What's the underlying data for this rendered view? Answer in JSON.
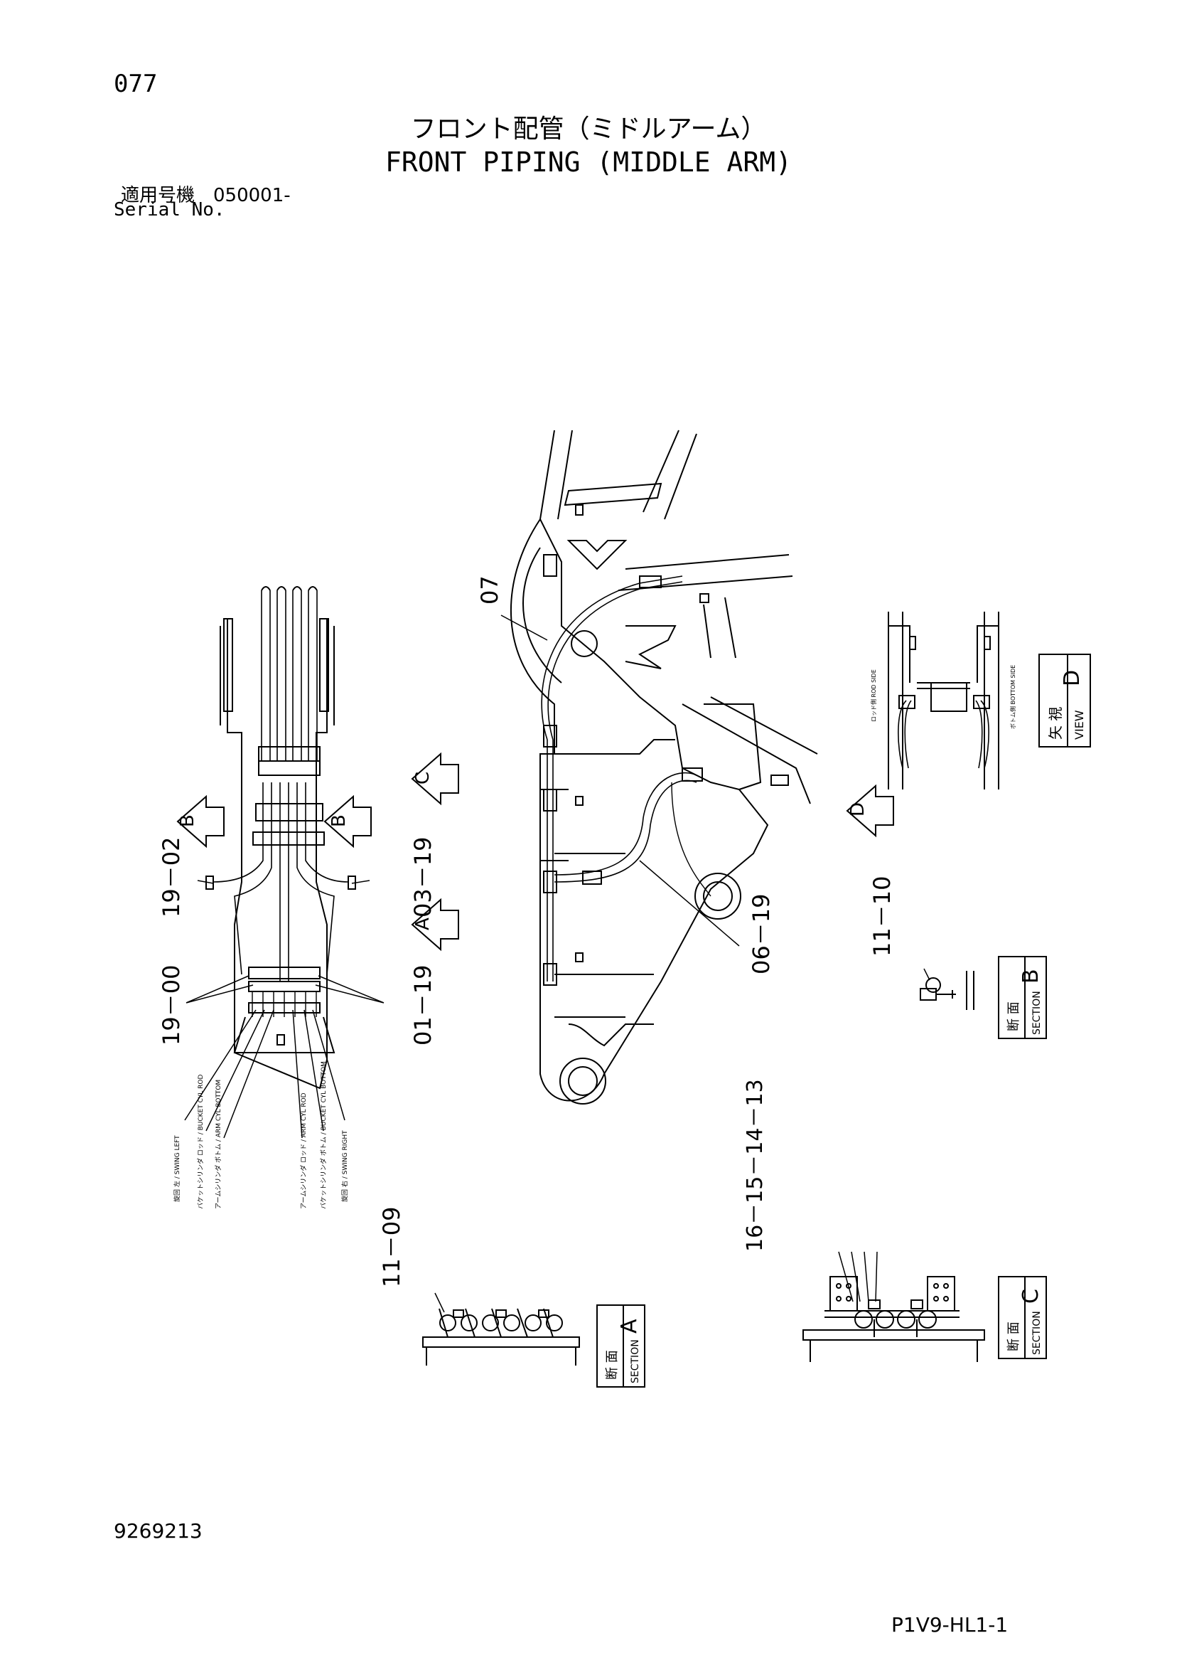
{
  "header": {
    "page_number": "077",
    "title_jp": "フロント配管（ミドルアーム）",
    "title_en": "FRONT PIPING (MIDDLE ARM)",
    "serial_label_jp": "適用号機　050001-",
    "serial_label_en": "Serial No."
  },
  "callouts": {
    "c19_02": "19－02",
    "c03_19": "03－19",
    "c19_00": "19－00",
    "c01_19": "01－19",
    "c07": "07",
    "c06_19": "06－19",
    "c11_10": "11－10",
    "c11_09": "11－09",
    "c16_15_14_13": "16－15－14－13"
  },
  "view_arrows": {
    "a": "A",
    "b": "B",
    "c": "C",
    "d": "D"
  },
  "section_boxes": {
    "a": {
      "jp": "断 面",
      "en": "SECTION",
      "letter": "A"
    },
    "b": {
      "jp": "断 面",
      "en": "SECTION",
      "letter": "B"
    },
    "c": {
      "jp": "断 面",
      "en": "SECTION",
      "letter": "C"
    },
    "d": {
      "jp": "矢 視",
      "en": "VIEW",
      "letter": "D"
    }
  },
  "hose_labels": [
    "旋回 左 / SWING LEFT",
    "バケットシリンダ ロッド / BUCKET CYL ROD",
    "アームシリンダ ボトム / ARM CYL BOTTOM",
    "アームシリンダ ロッド / ARM CYL ROD",
    "バケットシリンダ ボトム / BUCKET CYL BOTTOM",
    "旋回 右 / SWING RIGHT"
  ],
  "view_d_labels": {
    "left": "ロッド側 ROD SIDE",
    "right": "ボトム側 BOTTOM SIDE"
  },
  "footer": {
    "doc_number": "9269213",
    "drawing_code": "P1V9-HL1-1"
  }
}
